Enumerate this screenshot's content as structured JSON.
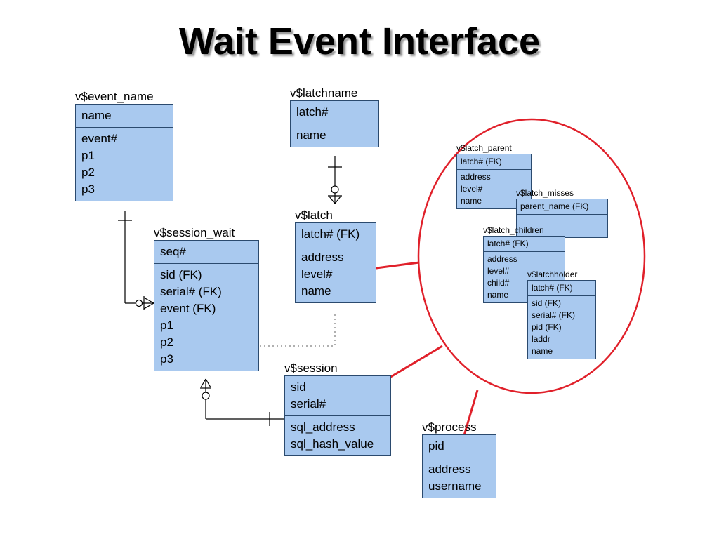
{
  "title": "Wait Event Interface",
  "entities": {
    "event_name": {
      "label": "v$event_name",
      "pk": [
        "name"
      ],
      "attrs": [
        "event#",
        "p1",
        "p2",
        "p3"
      ]
    },
    "latchname": {
      "label": "v$latchname",
      "pk": [
        "latch#"
      ],
      "attrs": [
        "name"
      ]
    },
    "latch": {
      "label": "v$latch",
      "pk": [
        "latch# (FK)"
      ],
      "attrs": [
        "address",
        "level#",
        "name"
      ]
    },
    "session_wait": {
      "label": "v$session_wait",
      "pk": [
        "seq#"
      ],
      "attrs": [
        "sid (FK)",
        "serial# (FK)",
        "event (FK)",
        "p1",
        "p2",
        "p3"
      ]
    },
    "session": {
      "label": "v$session",
      "pk": [
        "sid",
        "serial#"
      ],
      "attrs": [
        "sql_address",
        "sql_hash_value"
      ]
    },
    "process": {
      "label": "v$process",
      "pk": [
        "pid"
      ],
      "attrs": [
        "address",
        "username"
      ]
    },
    "latch_parent": {
      "label": "v$latch_parent",
      "pk": [
        "latch# (FK)"
      ],
      "attrs": [
        "address",
        "level#",
        "name"
      ]
    },
    "latch_misses": {
      "label": "v$latch_misses",
      "pk": [
        "parent_name (FK)"
      ],
      "attrs": [
        ""
      ]
    },
    "latch_children": {
      "label": "v$latch_children",
      "pk": [
        "latch# (FK)"
      ],
      "attrs": [
        "address",
        "level#",
        "child#",
        "name"
      ]
    },
    "latchholder": {
      "label": "v$latchholder",
      "pk": [
        "latch# (FK)"
      ],
      "attrs": [
        "sid (FK)",
        "serial# (FK)",
        "pid (FK)",
        "laddr",
        "name"
      ]
    }
  },
  "colors": {
    "entity_fill": "#a9c9ef",
    "entity_border": "#2b4a6e",
    "highlight": "#e0202a",
    "connector": "#000000",
    "dotted": "#b0b0b0"
  }
}
